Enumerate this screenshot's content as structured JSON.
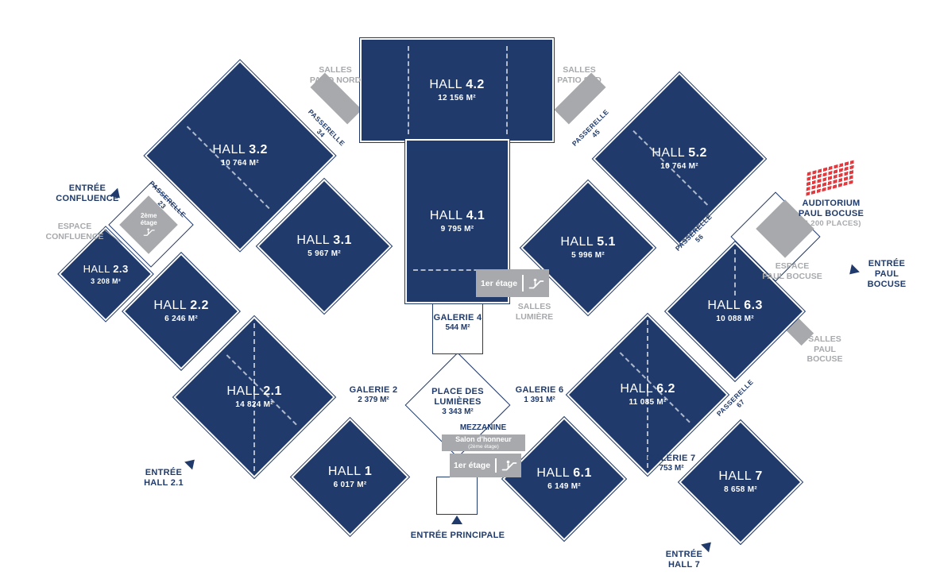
{
  "colors": {
    "navy": "#1f3a6b",
    "gray": "#a7a9ac",
    "red": "#e23a3f",
    "bg": "#ffffff"
  },
  "halls": {
    "h1": {
      "word": "HALL",
      "num": "1",
      "area": "6 017 M²"
    },
    "h21": {
      "word": "HALL",
      "num": "2.1",
      "area": "14 824 M²"
    },
    "h22": {
      "word": "HALL",
      "num": "2.2",
      "area": "6 246 M²"
    },
    "h23": {
      "word": "HALL",
      "num": "2.3",
      "area": "3 208 M²"
    },
    "h31": {
      "word": "HALL",
      "num": "3.1",
      "area": "5 967 M²"
    },
    "h32": {
      "word": "HALL",
      "num": "3.2",
      "area": "10 764 M²"
    },
    "h41": {
      "word": "HALL",
      "num": "4.1",
      "area": "9 795 M²"
    },
    "h42": {
      "word": "HALL",
      "num": "4.2",
      "area": "12 156 M²"
    },
    "h51": {
      "word": "HALL",
      "num": "5.1",
      "area": "5 996 M²"
    },
    "h52": {
      "word": "HALL",
      "num": "5.2",
      "area": "10 764 M²"
    },
    "h61": {
      "word": "HALL",
      "num": "6.1",
      "area": "6 149 M²"
    },
    "h62": {
      "word": "HALL",
      "num": "6.2",
      "area": "11 085 M²"
    },
    "h63": {
      "word": "HALL",
      "num": "6.3",
      "area": "10 088 M²"
    },
    "h7": {
      "word": "HALL",
      "num": "7",
      "area": "8 658 M²"
    }
  },
  "galleries": {
    "g2": {
      "title": "GALERIE 2",
      "area": "2 379 M²"
    },
    "g4": {
      "title": "GALERIE 4",
      "area": "544 M²"
    },
    "g6": {
      "title": "GALERIE 6",
      "area": "1 391 M²"
    },
    "g7": {
      "title": "GALERIE 7",
      "area": "753 M²"
    },
    "place": {
      "line1": "PLACE DES",
      "line2": "LUMIÈRES",
      "area": "3 343 M²"
    },
    "mezzanine": {
      "title": "MEZZANINE"
    }
  },
  "passerelles": {
    "p23": {
      "label": "PASSERELLE",
      "number": "23"
    },
    "p34": {
      "label": "PASSERELLE",
      "number": "34"
    },
    "p45": {
      "label": "PASSERELLE",
      "number": "45"
    },
    "p56": {
      "label": "PASSERELLE",
      "number": "56"
    },
    "p67": {
      "label": "PASSERELLE",
      "number": "67"
    }
  },
  "entrances": {
    "confluence": {
      "line1": "ENTRÉE",
      "line2": "CONFLUENCE"
    },
    "paul_bocuse": {
      "line1": "ENTRÉE",
      "line2": "PAUL",
      "line3": "BOCUSE"
    },
    "hall21": {
      "line1": "ENTRÉE",
      "line2": "HALL 2.1"
    },
    "principale": {
      "line1": "ENTRÉE PRINCIPALE"
    },
    "hall7": {
      "line1": "ENTRÉE",
      "line2": "HALL 7"
    }
  },
  "annexes": {
    "patio_nord": {
      "line1": "SALLES",
      "line2": "PATIO NORD"
    },
    "patio_sud": {
      "line1": "SALLES",
      "line2": "PATIO SUD"
    },
    "salles_lumiere": {
      "line1": "SALLES",
      "line2": "LUMIÈRE"
    },
    "espace_confluence": {
      "line1": "ESPACE",
      "line2": "CONFLUENCE"
    },
    "espace_paul_bocuse": {
      "line1": "ESPACE",
      "line2": "PAUL BOCUSE"
    },
    "salles_paul_bocuse": {
      "line1": "SALLES",
      "line2": "PAUL",
      "line3": "BOCUSE"
    },
    "auditorium": {
      "line1": "AUDITORIUM",
      "line2": "PAUL BOCUSE",
      "capacity": "(4 200 PLACES)"
    }
  },
  "levels": {
    "etage1": "1er étage",
    "etage2": "2ème étage",
    "salon": "Salon d'honneur",
    "salon_level": "(2ème étage)"
  },
  "icons": {
    "escalator": "escalator-icon",
    "entrance_marker": "triangle-icon",
    "auditorium_seats": "seat-grid-icon"
  }
}
